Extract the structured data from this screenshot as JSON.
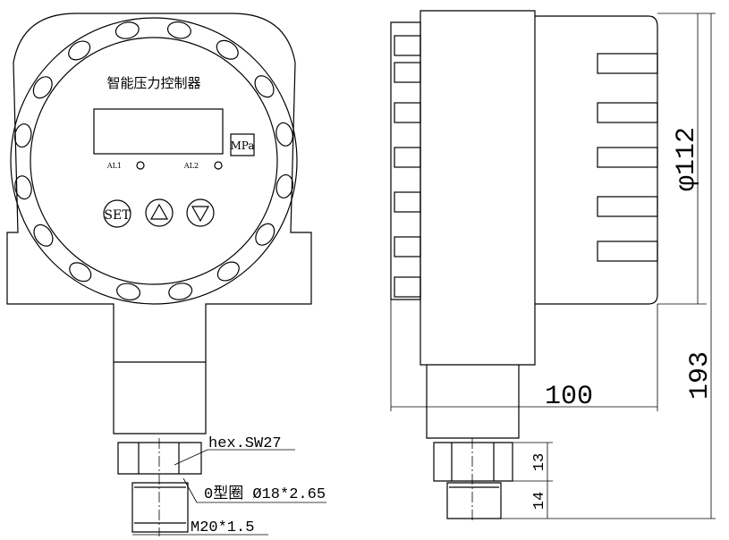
{
  "front_view": {
    "title": "智能压力控制器",
    "unit": "MPa",
    "alarm1": "AL1",
    "alarm2": "AL2",
    "set_button": "SET",
    "up_icon": "triangle-up",
    "down_icon": "triangle-down"
  },
  "annotations": {
    "hex": "hex.SW27",
    "oring": "0型圈 Ø18*2.65",
    "thread": "M20*1.5"
  },
  "dimensions": {
    "diameter": "φ112",
    "width": "100",
    "height": "193",
    "hex_height": "13",
    "thread_height": "14"
  }
}
